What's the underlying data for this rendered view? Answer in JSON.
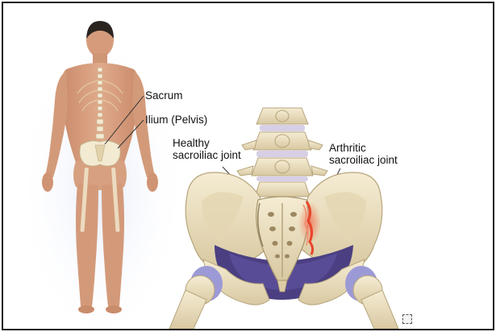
{
  "labels": {
    "sacrum": "Sacrum",
    "ilium": "Ilium (Pelvis)",
    "healthy_line1": "Healthy",
    "healthy_line2": "sacroiliac joint",
    "arthritic_line1": "Arthritic",
    "arthritic_line2": "sacroiliac joint"
  },
  "icons": {
    "expand": "expand-icon"
  },
  "colors": {
    "skin": "#d9a384",
    "bone": "#eee3c4",
    "bone_shadow": "#c9b892",
    "pelvic_cavity": "#4b3f82",
    "cartilage": "#9c9ad6",
    "inflammation": "#e8452b",
    "hair": "#2a2420"
  }
}
